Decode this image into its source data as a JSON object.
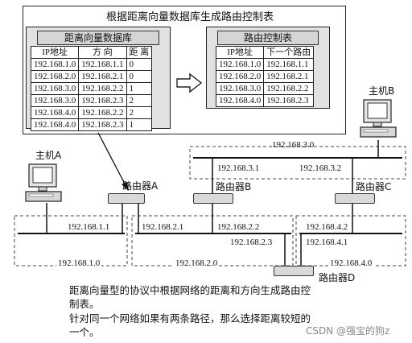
{
  "top_box": {
    "title": "根据距离向量数据库生成路由控制表"
  },
  "distance_db": {
    "title": "距离向量数据库",
    "headers": [
      "IP地址",
      "方 向",
      "距 离"
    ],
    "rows": [
      [
        "192.168.1.0",
        "192.168.1.1",
        "0"
      ],
      [
        "192.168.2.0",
        "192.168.2.1",
        "0"
      ],
      [
        "192.168.3.0",
        "192.168.2.2",
        "1"
      ],
      [
        "192.168.3.0",
        "192.168.2.3",
        "2"
      ],
      [
        "192.168.4.0",
        "192.168.2.2",
        "2"
      ],
      [
        "192.168.4.0",
        "192.168.2.3",
        "1"
      ]
    ]
  },
  "route_table": {
    "title": "路由控制表",
    "headers": [
      "IP地址",
      "下一个路由"
    ],
    "rows": [
      [
        "192.168.1.0",
        "192.168.1.1"
      ],
      [
        "192.168.2.0",
        "192.168.2.1"
      ],
      [
        "192.168.3.0",
        "192.168.2.2"
      ],
      [
        "192.168.4.0",
        "192.168.2.3"
      ]
    ]
  },
  "network": {
    "host_a": "主机A",
    "host_b": "主机B",
    "router_a": "路由器A",
    "router_b": "路由器B",
    "router_c": "路由器C",
    "router_d": "路由器D",
    "net_1": "192.168.1.0",
    "net_2": "192.168.2.0",
    "net_3": "192.168.3.0",
    "net_4": "192.168.4.0",
    "ip_a1": "192.168.1.1",
    "ip_a2": "192.168.2.1",
    "ip_b2": "192.168.2.2",
    "ip_b3": "192.168.3.1",
    "ip_c3": "192.168.3.2",
    "ip_c4": "192.168.4.2",
    "ip_d2": "192.168.2.3",
    "ip_d4": "192.168.4.1"
  },
  "caption": {
    "line1": "距离向量型的协议中根据网络的距离和方向生成路由控",
    "line2": "制表。",
    "line3": "针对同一个网络如果有两条路径，那么选择距离较短的",
    "line4": "一个。"
  },
  "watermark": "CSDN @强宝的狗z"
}
